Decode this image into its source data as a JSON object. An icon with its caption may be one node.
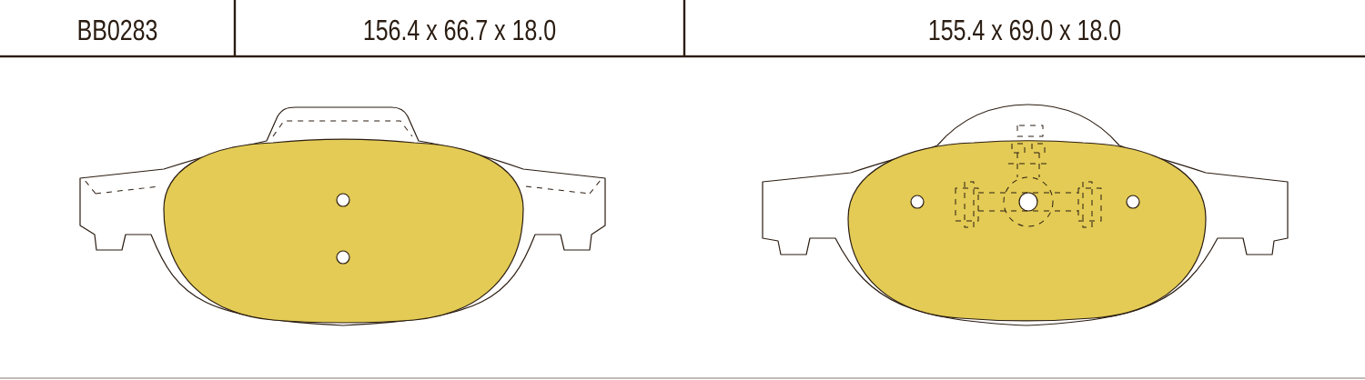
{
  "diagram": {
    "labels": [
      "BB0283",
      "156.4 x 66.7 x 18.0",
      "155.4 x 69.0 x 18.0"
    ]
  }
}
